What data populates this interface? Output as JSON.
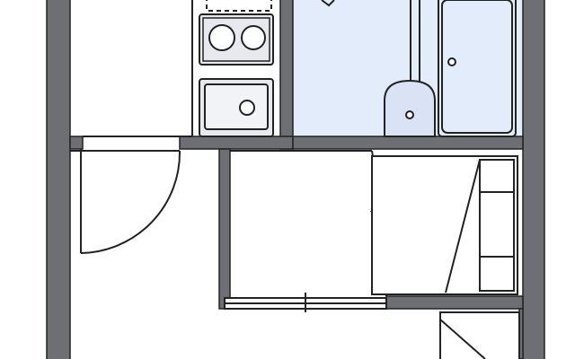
{
  "plan": {
    "colors": {
      "wall": "#6e6f74",
      "outline": "#222222",
      "bathroom_floor": "#e3ecfb",
      "fixture_fill": "#e7e9ef",
      "background": "#ffffff"
    },
    "rooms": [
      "kitchen",
      "bathroom",
      "entry-hall",
      "closet",
      "storage"
    ],
    "fixtures": [
      "two-burner-cooktop",
      "kitchen-sink",
      "range-hood",
      "washbasin",
      "bathtub",
      "toilet-pipe",
      "bunk-shelf",
      "entry-door",
      "closet-door"
    ]
  }
}
